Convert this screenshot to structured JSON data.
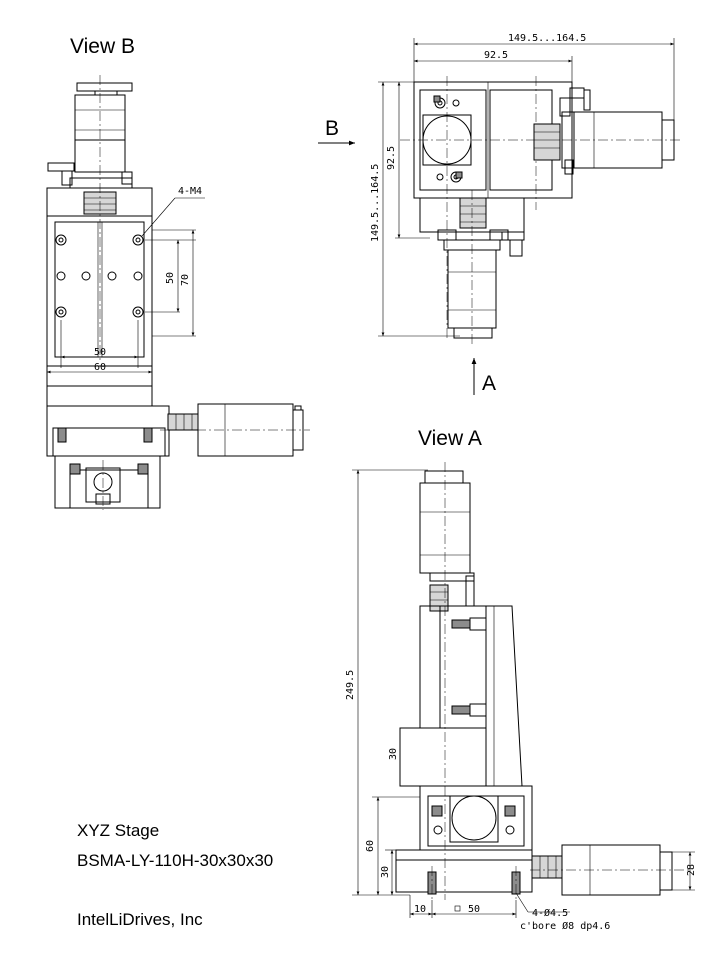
{
  "views": {
    "view_b": "View B",
    "view_a": "View A",
    "arrow_b": "B",
    "arrow_a": "A"
  },
  "dimensions": {
    "d_4m4": "4-M4",
    "d_50_h": "50",
    "d_60_h": "60",
    "d_50_v": "50",
    "d_70_v": "70",
    "d_range_top": "149.5...164.5",
    "d_92_5_h": "92.5",
    "d_92_5_v": "92.5",
    "d_range_side": "149.5...164.5",
    "d_249_5": "249.5",
    "d_30_mid": "30",
    "d_60_side": "60",
    "d_30_side": "30",
    "d_10": "10",
    "d_50_bottom": "50",
    "d_4_hole": "4-Ø4.5",
    "d_cbore": "c'bore Ø8 dp4.6",
    "d_28": "28"
  },
  "title_block": {
    "line1": "XYZ Stage",
    "line2": "BSMA-LY-110H-30x30x30",
    "line3": "IntelLiDrives, Inc"
  }
}
